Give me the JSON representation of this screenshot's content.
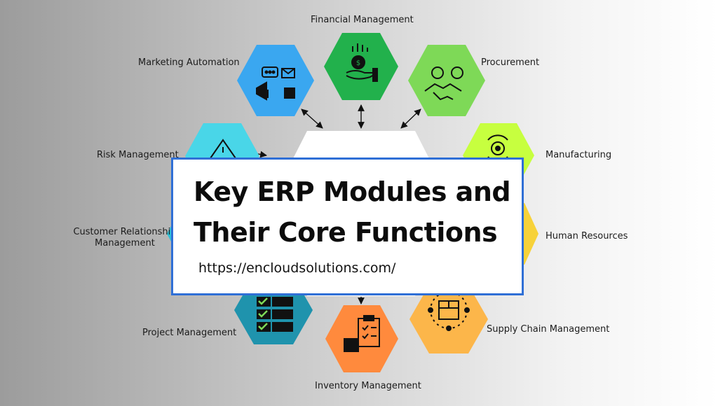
{
  "title": {
    "line1": "Key ERP Modules and",
    "line2": "Their Core Functions",
    "url": "https://encloudsolutions.com/"
  },
  "modules": {
    "financial": {
      "label": "Financial Management",
      "color": "#22b14c"
    },
    "procurement": {
      "label": "Procurement",
      "color": "#7ed957"
    },
    "manufacturing": {
      "label": "Manufacturing",
      "color": "#c7ff3f"
    },
    "human_resources": {
      "label": "Human Resources",
      "color": "#f7d23a"
    },
    "supply_chain": {
      "label": "Supply Chain Management",
      "color": "#fcb64a"
    },
    "inventory": {
      "label": "Inventory Management",
      "color": "#ff8a3d"
    },
    "project": {
      "label": "Project Management",
      "color": "#1f93ad"
    },
    "crm": {
      "label": "Customer Relationship Management",
      "line1": "Customer Relationship",
      "line2": "Management",
      "color": "#2ec1d6"
    },
    "risk": {
      "label": "Risk Management",
      "color": "#49d6e8"
    },
    "marketing": {
      "label": "Marketing Automation",
      "color": "#3aa7f0"
    }
  },
  "colors": {
    "center_hub": "#ffffff",
    "card_border": "#2f6fd6",
    "arrow": "#111111"
  }
}
